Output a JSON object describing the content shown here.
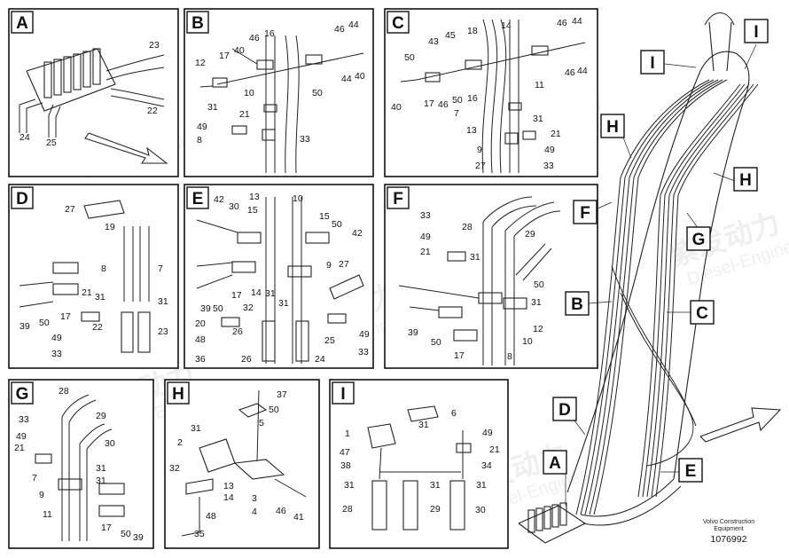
{
  "panels": [
    {
      "id": "A",
      "labels": [
        "23",
        "22",
        "24",
        "25"
      ]
    },
    {
      "id": "B",
      "labels": [
        "46",
        "44",
        "16",
        "40",
        "17",
        "46",
        "44",
        "40",
        "12",
        "10",
        "50",
        "31",
        "21",
        "49",
        "8",
        "33"
      ]
    },
    {
      "id": "C",
      "labels": [
        "14",
        "46",
        "44",
        "43",
        "45",
        "18",
        "50",
        "46",
        "44",
        "11",
        "40",
        "17",
        "46",
        "50",
        "16",
        "7",
        "31",
        "13",
        "21",
        "9",
        "49",
        "27",
        "33"
      ]
    },
    {
      "id": "D",
      "labels": [
        "27",
        "19",
        "8",
        "7",
        "21",
        "31",
        "31",
        "39",
        "50",
        "17",
        "22",
        "23",
        "49",
        "33"
      ]
    },
    {
      "id": "E",
      "labels": [
        "42",
        "13",
        "10",
        "30",
        "15",
        "15",
        "50",
        "42",
        "9",
        "27",
        "39",
        "50",
        "17",
        "14",
        "31",
        "32",
        "31",
        "20",
        "26",
        "25",
        "49",
        "48",
        "36",
        "26",
        "24",
        "33"
      ]
    },
    {
      "id": "F",
      "labels": [
        "33",
        "28",
        "29",
        "49",
        "21",
        "31",
        "50",
        "31",
        "39",
        "50",
        "12",
        "10",
        "17",
        "8"
      ]
    },
    {
      "id": "G",
      "labels": [
        "28",
        "33",
        "29",
        "49",
        "30",
        "21",
        "31",
        "7",
        "31",
        "9",
        "11",
        "17",
        "50",
        "39"
      ]
    },
    {
      "id": "H",
      "labels": [
        "37",
        "50",
        "31",
        "5",
        "2",
        "32",
        "13",
        "14",
        "3",
        "4",
        "46",
        "41",
        "48",
        "35"
      ]
    },
    {
      "id": "I",
      "labels": [
        "6",
        "31",
        "1",
        "49",
        "47",
        "21",
        "38",
        "34",
        "31",
        "31",
        "31",
        "28",
        "29",
        "30"
      ]
    }
  ],
  "overview": {
    "callouts": [
      "I",
      "I",
      "H",
      "H",
      "F",
      "G",
      "B",
      "C",
      "D",
      "A",
      "E"
    ],
    "footer_line1": "Volvo Construction",
    "footer_line2": "Equipment",
    "doc_number": "1076992"
  },
  "watermark": {
    "brand_cn": "紫发动力",
    "brand_en": "Diesel-Engines"
  }
}
